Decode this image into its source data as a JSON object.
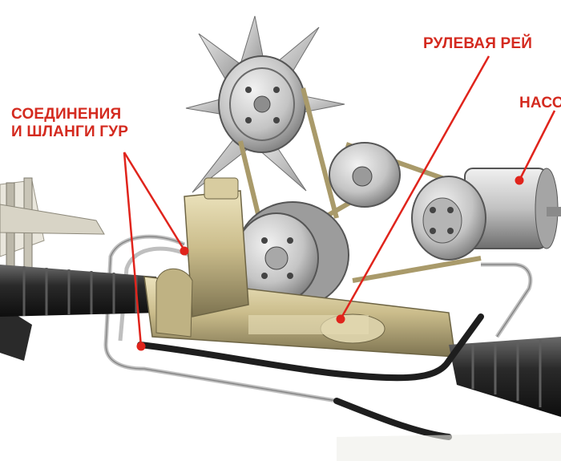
{
  "labels": {
    "hoses_line1": "СОЕДИНЕНИЯ",
    "hoses_line2": "И ШЛАНГИ ГУР",
    "rack": "РУЛЕВАЯ РЕЙ",
    "pump": "НАСО"
  },
  "colors": {
    "label": "#d42a1f",
    "marker": "#e0241c",
    "rack_body": "#c9bb8a",
    "bellows": "#2b2b2b",
    "pulley": "#c8c8c8",
    "pump_body": "#bdbdbd",
    "hose": "#1e1e1e",
    "belt": "#a99a6a"
  },
  "icons": [
    "power-steering-illustration",
    "fan-icon",
    "pulley-icon",
    "pump-icon",
    "steering-rack-icon",
    "bellows-icon"
  ]
}
